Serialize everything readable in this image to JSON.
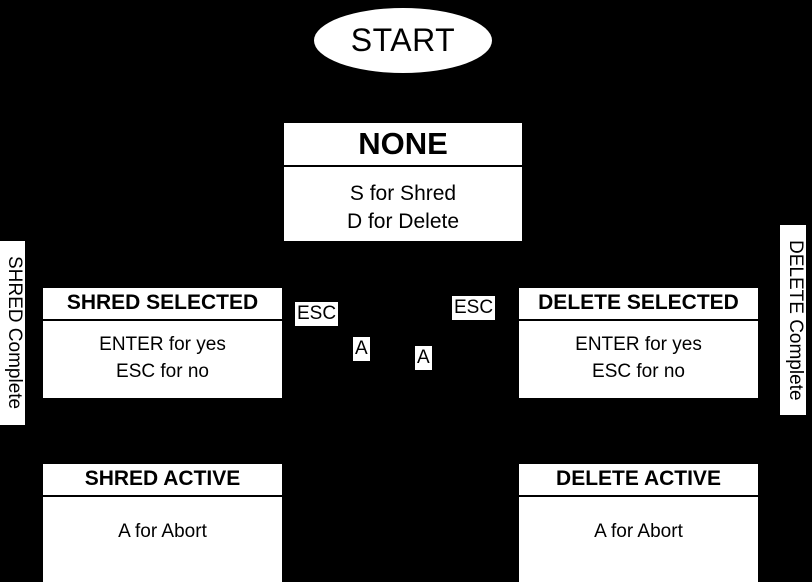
{
  "diagram": {
    "type": "state-machine-flowchart",
    "background_color": "#000000",
    "node_fill_color": "#ffffff",
    "node_text_color": "#000000",
    "start": {
      "label": "START",
      "shape": "ellipse"
    },
    "states": [
      {
        "id": "none",
        "title": "NONE",
        "lines": [
          "S for Shred",
          "D for Delete"
        ]
      },
      {
        "id": "shred-selected",
        "title": "SHRED SELECTED",
        "lines": [
          "ENTER for yes",
          "ESC for no"
        ]
      },
      {
        "id": "delete-selected",
        "title": "DELETE SELECTED",
        "lines": [
          "ENTER for yes",
          "ESC for no"
        ]
      },
      {
        "id": "shred-active",
        "title": "SHRED ACTIVE",
        "lines": [
          "A for Abort"
        ]
      },
      {
        "id": "delete-active",
        "title": "DELETE ACTIVE",
        "lines": [
          "A for Abort"
        ]
      }
    ],
    "edge_labels": [
      {
        "id": "esc-left",
        "text": "ESC"
      },
      {
        "id": "esc-right",
        "text": "ESC"
      },
      {
        "id": "a-left",
        "text": "A"
      },
      {
        "id": "a-right",
        "text": "A"
      }
    ],
    "side_labels": [
      {
        "id": "shred-complete",
        "text": "SHRED Complete"
      },
      {
        "id": "delete-complete",
        "text": "DELETE Complete"
      }
    ]
  }
}
